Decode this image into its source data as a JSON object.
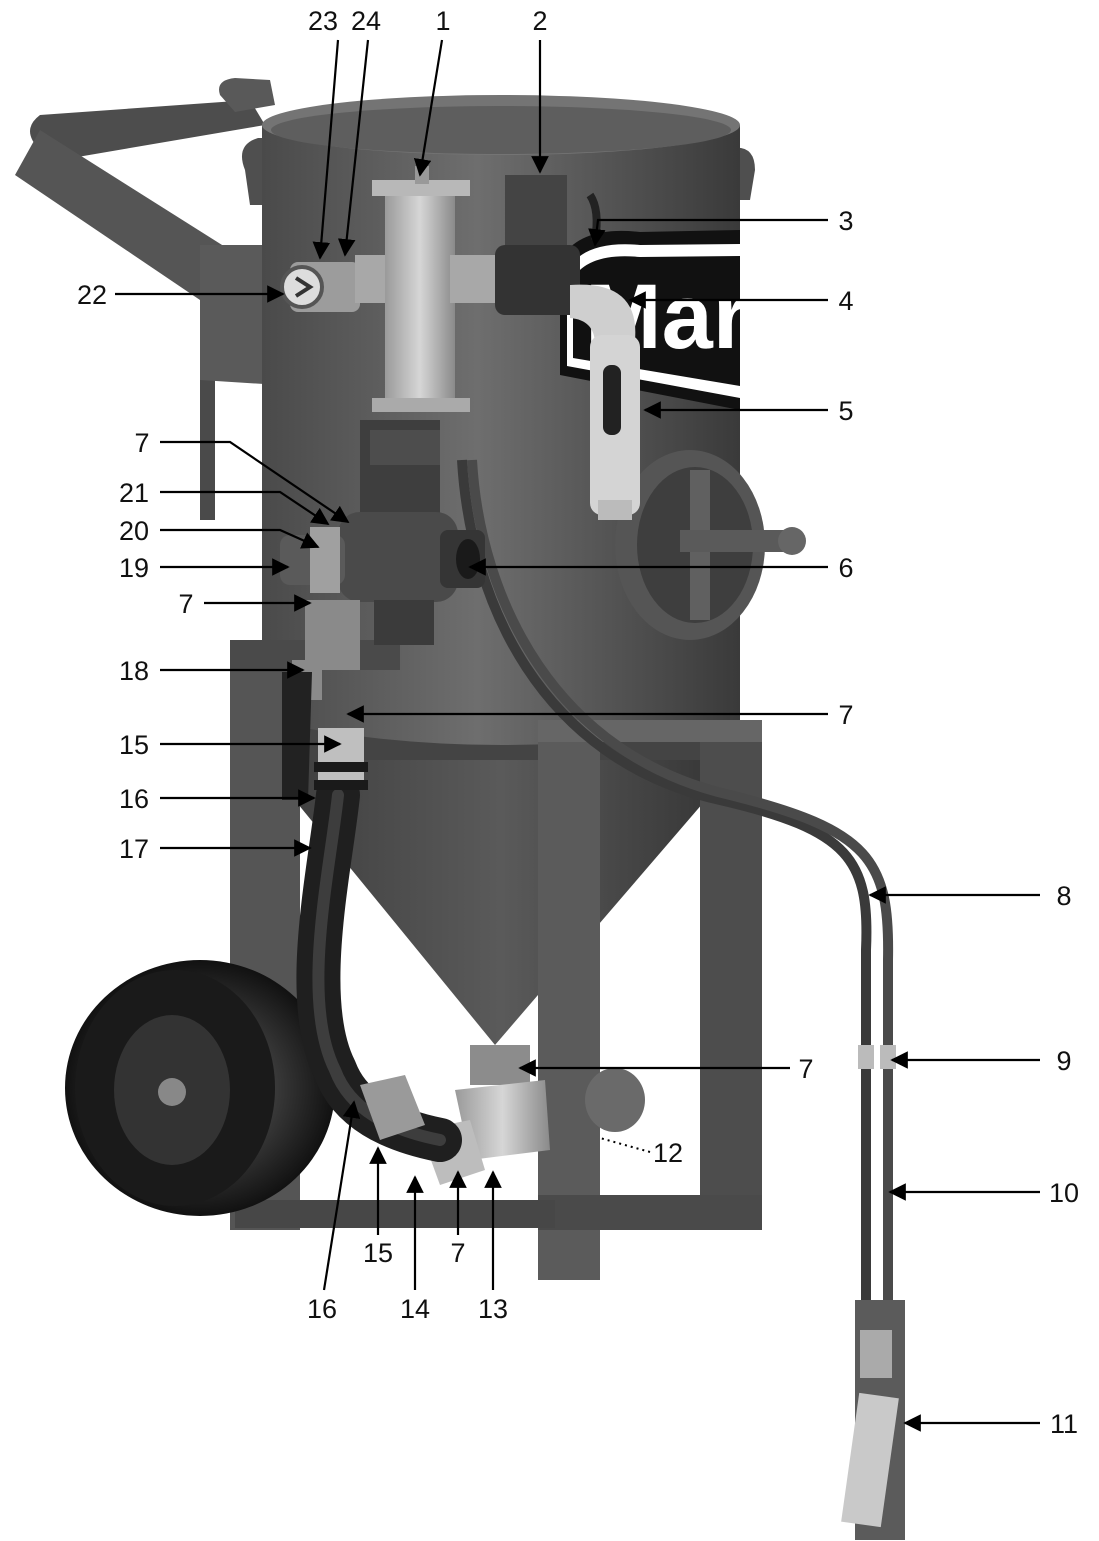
{
  "diagram": {
    "brand_logo_text": "Marco",
    "callouts": [
      {
        "id": "c23",
        "label": "23"
      },
      {
        "id": "c24",
        "label": "24"
      },
      {
        "id": "c1",
        "label": "1"
      },
      {
        "id": "c2",
        "label": "2"
      },
      {
        "id": "c3",
        "label": "3"
      },
      {
        "id": "c22",
        "label": "22"
      },
      {
        "id": "c4",
        "label": "4"
      },
      {
        "id": "c5",
        "label": "5"
      },
      {
        "id": "c7a",
        "label": "7"
      },
      {
        "id": "c21",
        "label": "21"
      },
      {
        "id": "c20",
        "label": "20"
      },
      {
        "id": "c19",
        "label": "19"
      },
      {
        "id": "c6",
        "label": "6"
      },
      {
        "id": "c7b",
        "label": "7"
      },
      {
        "id": "c18",
        "label": "18"
      },
      {
        "id": "c7c",
        "label": "7"
      },
      {
        "id": "c15a",
        "label": "15"
      },
      {
        "id": "c16a",
        "label": "16"
      },
      {
        "id": "c17",
        "label": "17"
      },
      {
        "id": "c8",
        "label": "8"
      },
      {
        "id": "c9",
        "label": "9"
      },
      {
        "id": "c7d",
        "label": "7"
      },
      {
        "id": "c12",
        "label": "12"
      },
      {
        "id": "c10",
        "label": "10"
      },
      {
        "id": "c15b",
        "label": "15"
      },
      {
        "id": "c7e",
        "label": "7"
      },
      {
        "id": "c16b",
        "label": "16"
      },
      {
        "id": "c14",
        "label": "14"
      },
      {
        "id": "c13",
        "label": "13"
      },
      {
        "id": "c11",
        "label": "11"
      }
    ]
  }
}
